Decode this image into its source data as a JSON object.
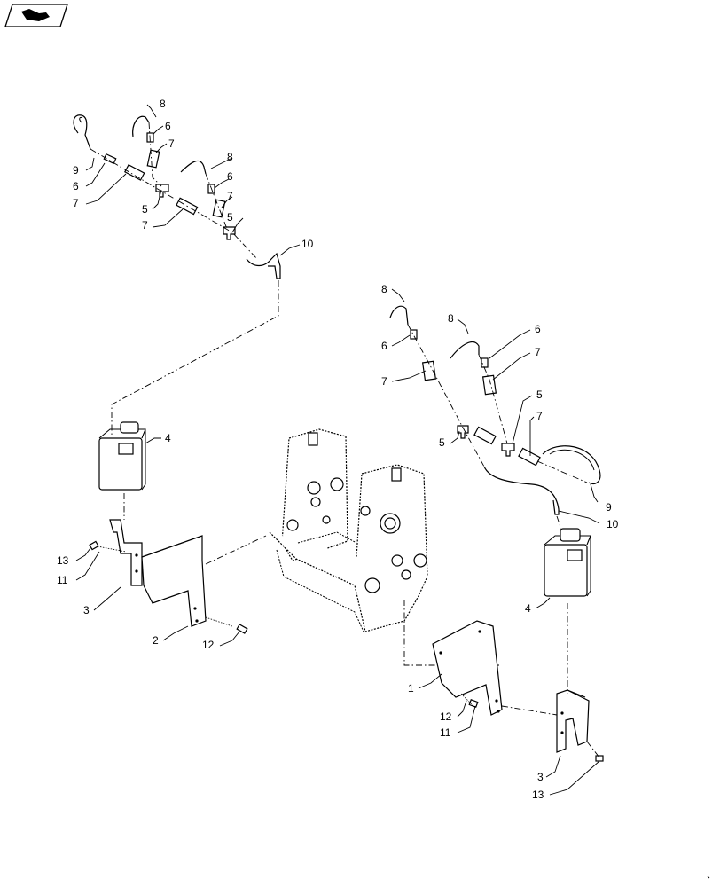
{
  "callouts": {
    "c1": "1",
    "c2": "2",
    "c3a": "3",
    "c3b": "3",
    "c4a": "4",
    "c4b": "4",
    "c5a": "5",
    "c5b": "5",
    "c5c": "5",
    "c5d": "5",
    "c6a": "6",
    "c6b": "6",
    "c6c": "6",
    "c6d": "6",
    "c6e": "6",
    "c7a": "7",
    "c7b": "7",
    "c7c": "7",
    "c7d": "7",
    "c7e": "7",
    "c7f": "7",
    "c7g": "7",
    "c8a": "8",
    "c8b": "8",
    "c8c": "8",
    "c8d": "8",
    "c9a": "9",
    "c9b": "9",
    "c10a": "10",
    "c10b": "10",
    "c11a": "11",
    "c11b": "11",
    "c12a": "12",
    "c12b": "12",
    "c13a": "13",
    "c13b": "13"
  },
  "icons": {
    "corner_tab": "book-arrow-icon"
  }
}
